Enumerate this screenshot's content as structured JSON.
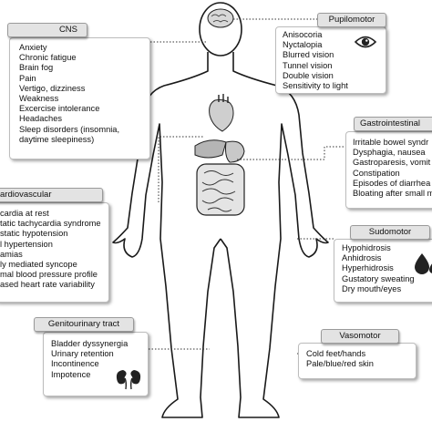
{
  "sections": {
    "cns": {
      "title": "CNS",
      "items": [
        "Anxiety",
        "Chronic fatigue",
        "Brain fog",
        "Pain",
        "Vertigo, dizziness",
        "Weakness",
        "Excercise intolerance",
        "Headaches",
        "Sleep disorders (insomnia,",
        "daytime sleepiness)"
      ]
    },
    "pupilomotor": {
      "title": "Pupilomotor",
      "items": [
        "Anisocoria",
        "Nyctalopia",
        "Blurred vision",
        "Tunnel vision",
        "Double vision",
        "Sensitivity to light"
      ]
    },
    "gastrointestinal": {
      "title": "Gastrointestinal",
      "items": [
        "Irritable bowel syndr",
        "Dysphagia, nausea",
        "Gastroparesis, vomit",
        "Constipation",
        "Episodes of diarrhea",
        "Bloating after small m"
      ]
    },
    "cardiovascular": {
      "title": "ardiovascular",
      "items": [
        "cardia at rest",
        "tatic tachycardia syndrome",
        "static hypotension",
        "l hypertension",
        "amias",
        "ly mediated syncope",
        "mal blood pressure profile",
        "ased heart rate variability"
      ]
    },
    "sudomotor": {
      "title": "Sudomotor",
      "items": [
        "Hypohidrosis",
        "Anhidrosis",
        "Hyperhidrosis",
        "Gustatory sweating",
        "Dry mouth/eyes"
      ]
    },
    "genitourinary": {
      "title": "Genitourinary tract",
      "items": [
        "Bladder dyssynergia",
        "Urinary retention",
        "Incontinence",
        "Impotence"
      ]
    },
    "vasomotor": {
      "title": "Vasomotor",
      "items": [
        "Cold feet/hands",
        "Pale/blue/red skin"
      ]
    }
  },
  "icons": {
    "pupilomotor": "eye-icon",
    "sudomotor": "sweat-drop-icon",
    "genitourinary": "kidneys-icon"
  },
  "colors": {
    "tab_fill": "#e3e3e3",
    "body_outline": "#1a1a1a",
    "connector": "#333333"
  }
}
